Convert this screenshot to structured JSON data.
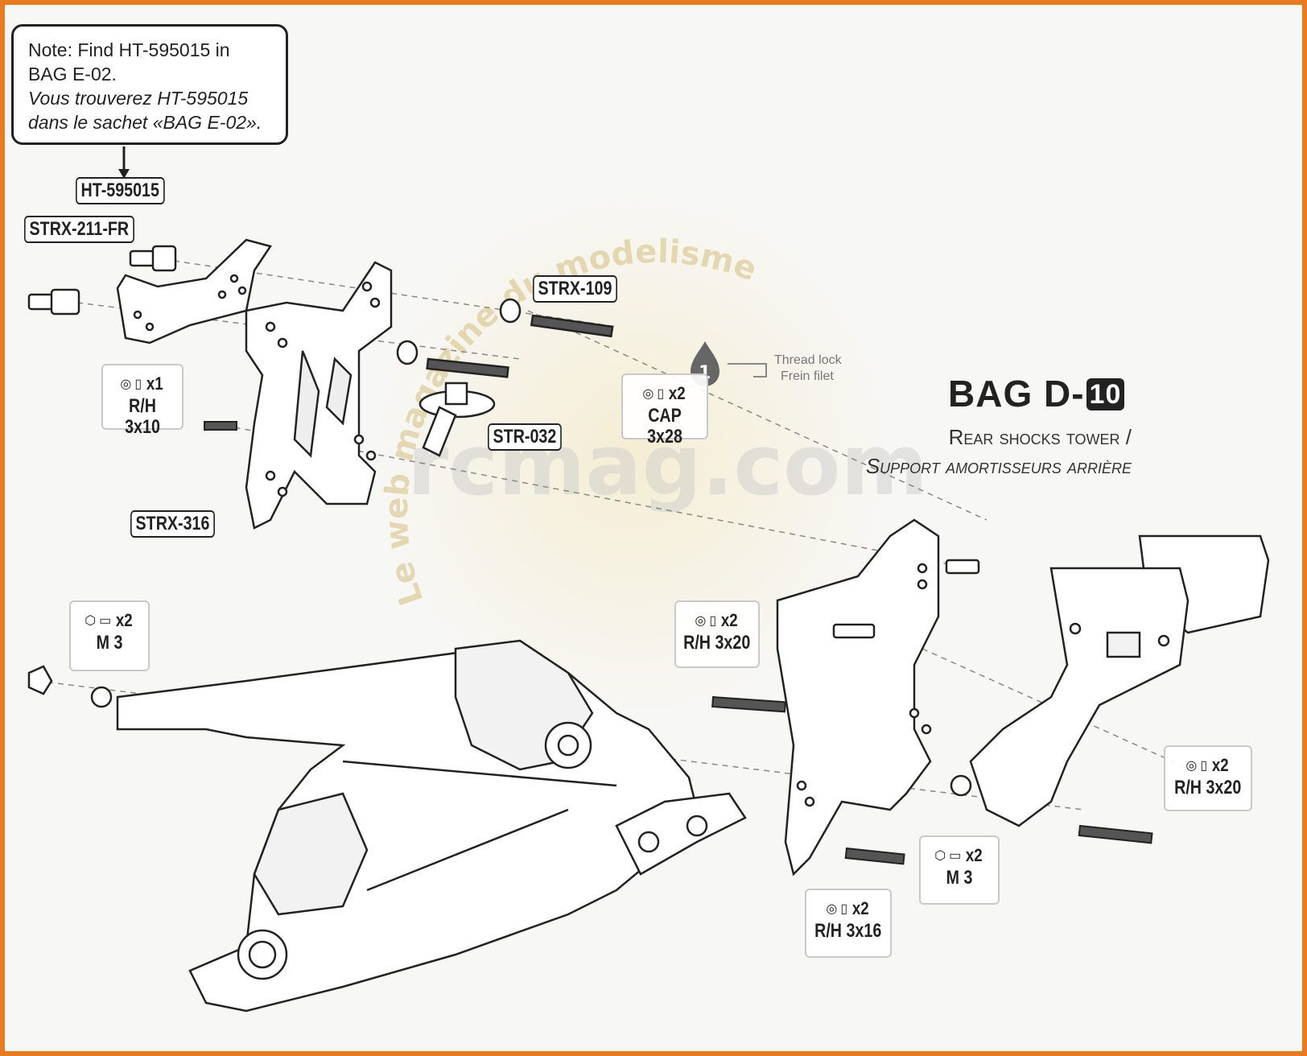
{
  "note": {
    "line1": "Note: Find HT-595015 in",
    "line2": "BAG E-02.",
    "line3": "Vous trouverez HT-595015",
    "line4": "dans le sachet «BAG E-02»."
  },
  "bag": {
    "title": "BAG D-",
    "number": "10",
    "subtitle_en": "Rear shocks tower /",
    "subtitle_fr": "Support amortisseurs arrière"
  },
  "thread_lock": {
    "number": "1",
    "en": "Thread lock",
    "fr": "Frein filet"
  },
  "part_labels": {
    "ht595015": "HT-595015",
    "strx211": "STRX-211-FR",
    "strx109": "STRX-109",
    "str032": "STR-032",
    "strx316": "STRX-316"
  },
  "hardware": [
    {
      "qty": "x1",
      "size": "R/H 3x10"
    },
    {
      "qty": "x2",
      "size": "CAP 3x28"
    },
    {
      "qty": "x2",
      "size": "M 3"
    },
    {
      "qty": "x2",
      "size": "R/H 3x20"
    },
    {
      "qty": "x2",
      "size": "R/H 3x20"
    },
    {
      "qty": "x2",
      "size": "M 3"
    },
    {
      "qty": "x2",
      "size": "R/H 3x16"
    }
  ],
  "watermark": {
    "text": "rcmag.com",
    "arc": "Le web magazine du modelisme"
  },
  "colors": {
    "border": "#e87b1e",
    "ink": "#222222",
    "watermark": "#c9a23a"
  }
}
